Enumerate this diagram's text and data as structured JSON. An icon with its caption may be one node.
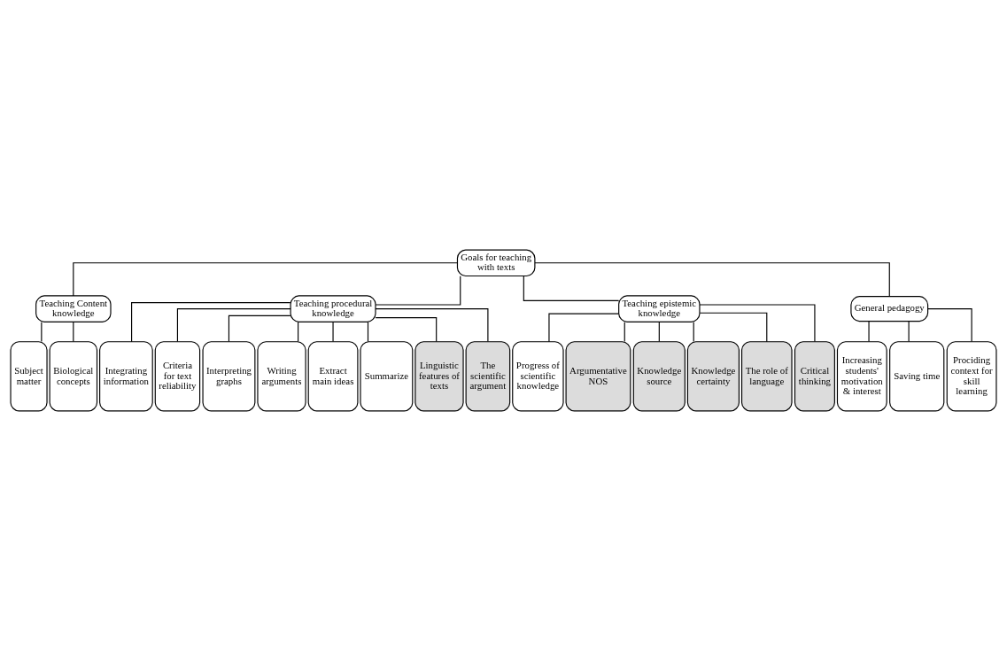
{
  "diagram": {
    "nodes": [
      {
        "text": [
          "Goals for teaching with texts"
        ]
      },
      {
        "text": [
          "Teaching Content knowledge"
        ]
      },
      {
        "text": [
          "Teaching procedural knowledge"
        ]
      },
      {
        "text": [
          "Teaching epistemic knowledge"
        ]
      },
      {
        "text": [
          "General pedagogy"
        ]
      },
      {
        "text": [
          "Subject matter"
        ]
      },
      {
        "text": [
          "Biological concepts"
        ]
      },
      {
        "text": [
          "Integrating information"
        ]
      },
      {
        "text": [
          "Criteria for text reliability"
        ]
      },
      {
        "text": [
          "Interpreting graphs"
        ]
      },
      {
        "text": [
          "Writing arguments"
        ]
      },
      {
        "text": [
          "Extract main ideas"
        ]
      },
      {
        "text": [
          "Summarize"
        ]
      },
      {
        "text": [
          "Linguistic features of texts"
        ]
      },
      {
        "text": [
          "The scientific argument"
        ]
      },
      {
        "text": [
          "Progress of scientific knowledge"
        ]
      },
      {
        "text": [
          "Argumentative NOS"
        ]
      },
      {
        "text": [
          "Knowledge source"
        ]
      },
      {
        "text": [
          "Knowledge certainty"
        ]
      },
      {
        "text": [
          "The role of language"
        ]
      },
      {
        "text": [
          "Critical thinking"
        ]
      },
      {
        "text": [
          "Increasing students' motivation & interest"
        ]
      },
      {
        "text": [
          "Saving time"
        ]
      },
      {
        "text": [
          "Prociding context for skill learning"
        ]
      }
    ],
    "edges": [
      {
        "from": 0,
        "to": 1,
        "arrow": "none"
      },
      {
        "from": 0,
        "to": 2,
        "arrow": "none"
      },
      {
        "from": 0,
        "to": 3,
        "arrow": "none"
      },
      {
        "from": 0,
        "to": 4,
        "arrow": "none"
      },
      {
        "from": 1,
        "to": 5,
        "arrow": "none"
      },
      {
        "from": 1,
        "to": 6,
        "arrow": "none"
      },
      {
        "from": 2,
        "to": 7,
        "arrow": "none"
      },
      {
        "from": 2,
        "to": 8,
        "arrow": "none"
      },
      {
        "from": 2,
        "to": 9,
        "arrow": "none"
      },
      {
        "from": 2,
        "to": 10,
        "arrow": "none"
      },
      {
        "from": 2,
        "to": 11,
        "arrow": "none"
      },
      {
        "from": 2,
        "to": 12,
        "arrow": "none"
      },
      {
        "from": 2,
        "to": 13,
        "arrow": "none"
      },
      {
        "from": 2,
        "to": 14,
        "arrow": "none"
      },
      {
        "from": 3,
        "to": 15,
        "arrow": "none"
      },
      {
        "from": 3,
        "to": 16,
        "arrow": "none"
      },
      {
        "from": 3,
        "to": 17,
        "arrow": "none"
      },
      {
        "from": 3,
        "to": 18,
        "arrow": "none"
      },
      {
        "from": 3,
        "to": 19,
        "arrow": "none"
      },
      {
        "from": 3,
        "to": 20,
        "arrow": "none"
      },
      {
        "from": 4,
        "to": 21,
        "arrow": "none"
      },
      {
        "from": 4,
        "to": 22,
        "arrow": "none"
      },
      {
        "from": 4,
        "to": 23,
        "arrow": "none"
      }
    ]
  }
}
